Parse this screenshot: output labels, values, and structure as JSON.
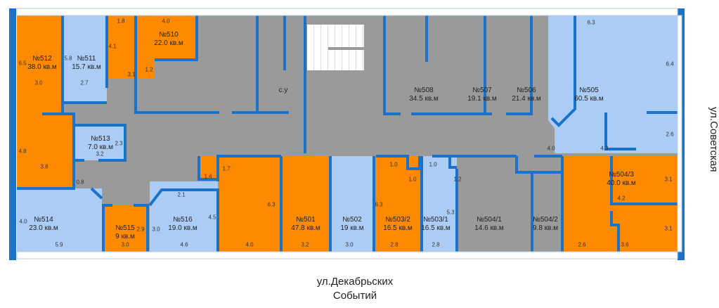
{
  "rooms": [
    {
      "no": "№512",
      "area": "38.0 кв.м"
    },
    {
      "no": "№511",
      "area": "15.7 кв.м"
    },
    {
      "no": "№510",
      "area": "22.0 кв.м"
    },
    {
      "no": "№513",
      "area": "7.0 кв.м"
    },
    {
      "no": "№508",
      "area": "34.5 кв.м"
    },
    {
      "no": "№507",
      "area": "19.1 кв.м"
    },
    {
      "no": "№506",
      "area": "21.4 кв.м"
    },
    {
      "no": "№505",
      "area": "60.5 кв.м"
    },
    {
      "no": "№514",
      "area": "23.0 кв.м"
    },
    {
      "no": "№515",
      "area": "9 кв.м"
    },
    {
      "no": "№516",
      "area": "19.0 кв.м"
    },
    {
      "no": "№501",
      "area": "47.8 кв.м"
    },
    {
      "no": "№502",
      "area": "19 кв.м"
    },
    {
      "no": "№503/2",
      "area": "16.5 кв.м"
    },
    {
      "no": "№503/1",
      "area": "16.5 кв.м"
    },
    {
      "no": "№504/1",
      "area": "14.6 кв.м"
    },
    {
      "no": "№504/2",
      "area": "9.8 кв.м"
    },
    {
      "no": "№504/3",
      "area": "40.0 кв.м"
    }
  ],
  "wc_label": "с.у",
  "dims": [
    "6.5",
    "3.0",
    "5.8",
    "2.7",
    "1.8",
    "4.0",
    "4.1",
    "3.1",
    "1.2",
    "4.8",
    "3.8",
    "2.3",
    "3.2",
    "0.8",
    "4.0",
    "5.9",
    "3.0",
    "2.9",
    "3.0",
    "4.6",
    "4.5",
    "2.1",
    "1.4",
    "1.7",
    "6.3",
    "4.0",
    "3.2",
    "3.0",
    "6.3",
    "1.0",
    "1.0",
    "2.8",
    "1.0",
    "1.2",
    "5.3",
    "2.8",
    "2.6",
    "3.6",
    "3.1",
    "4.2",
    "3.1",
    "6.3",
    "6.4",
    "2.6",
    "4.0",
    "4.3"
  ],
  "streets": {
    "right": "ул.Советская",
    "bottom_line1": "ул.Декабрьских",
    "bottom_line2": "Событий"
  },
  "colors": {
    "rented": "#ff8a00",
    "available": "#abcdf5",
    "common": "#9a9a9a",
    "walls": "#1a73c8"
  }
}
